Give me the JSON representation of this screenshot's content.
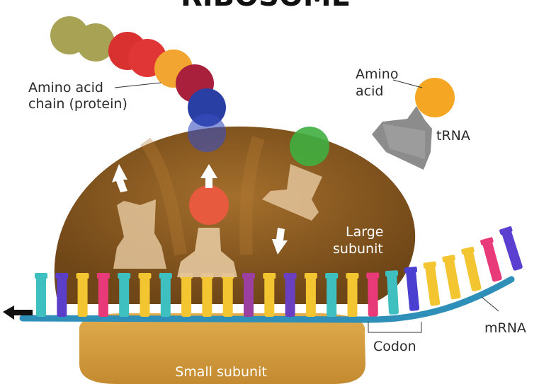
{
  "title": "RIBOSOME",
  "labels": {
    "amino_chain_line1": "Amino acid",
    "amino_chain_line2": "chain (protein)",
    "amino_acid_line1": "Amino",
    "amino_acid_line2": "acid",
    "trna": "tRNA",
    "large_line1": "Large",
    "large_line2": "subunit",
    "small": "Small subunit",
    "mrna": "mRNA",
    "codon": "Codon"
  },
  "colors": {
    "large_subunit": "#8a5a22",
    "small_subunit": "#d19a3e",
    "mrna_strand": "#2e8fb8",
    "trna_inside": "#e3c49b",
    "trna_free": "#8c8c8c",
    "free_amino_acid": "#f5a623"
  },
  "amino_acid_chain": [
    {
      "color": "#a7a254"
    },
    {
      "color": "#a7a254"
    },
    {
      "color": "#d93030"
    },
    {
      "color": "#e03636"
    },
    {
      "color": "#f2a530"
    },
    {
      "color": "#a8203c"
    },
    {
      "color": "#2a3fa3"
    },
    {
      "color": "#3a4fc0"
    }
  ],
  "nucleotide_colors": [
    "#3fc0c0",
    "#5b3fc8",
    "#f3c531",
    "#e83a78",
    "#3fc0c0",
    "#f3c531",
    "#3fc0c0",
    "#f3c531",
    "#f3c531",
    "#f3c531",
    "#9b3fa0",
    "#f3c531",
    "#6a3fc0",
    "#f3c531",
    "#3fc0c0",
    "#f3c531",
    "#e83a78",
    "#3fc0c0",
    "#4a3fd0",
    "#f3c531",
    "#f3c531",
    "#f3c531",
    "#e83a78",
    "#5b3fd0"
  ]
}
